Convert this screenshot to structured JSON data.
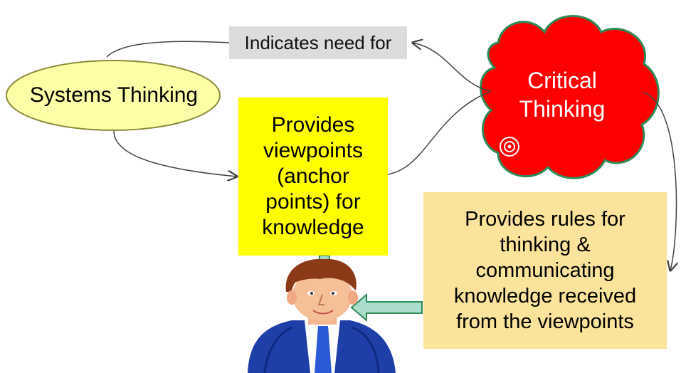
{
  "diagram": {
    "indicates_label": "Indicates need for",
    "systems_thinking_label": "Systems Thinking",
    "critical_thinking_label": "Critical Thinking",
    "viewpoints_box_text": "Provides viewpoints (anchor points) for knowledge",
    "rules_box_text": "Provides rules for thinking & communicating knowledge received from the viewpoints"
  }
}
